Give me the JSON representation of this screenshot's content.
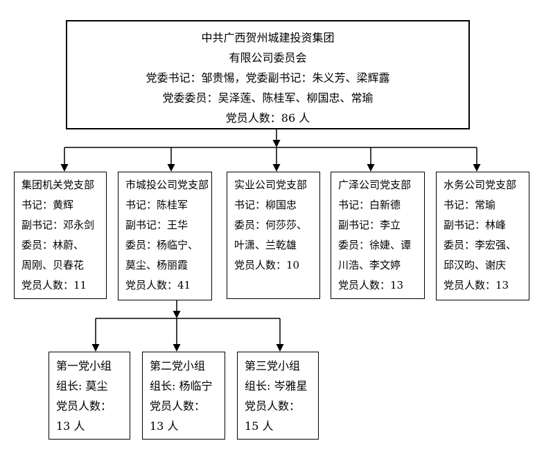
{
  "org_chart": {
    "root": {
      "lines": [
        "中共广西贺州城建投资集团",
        "有限公司委员会",
        "党委书记：邹贵惕，党委副书记：朱义芳、梁辉露",
        "党委委员：吴泽莲、陈桂军、柳国忠、常瑜",
        "党员人数：86 人"
      ]
    },
    "branches": [
      {
        "lines": [
          "集团机关党支部",
          "书记：黄辉",
          "副书记：邓永剑",
          "委员：林蔚、",
          "周刚、贝春花",
          "党员人数：11"
        ]
      },
      {
        "lines": [
          "市城投公司党支部",
          "书记：陈桂军",
          "副书记：王华",
          "委员：杨临宁、",
          "莫尘、杨丽霞",
          "党员人数：41"
        ]
      },
      {
        "lines": [
          "实业公司党支部",
          "书记：柳国忠",
          "委员：何莎莎、",
          "叶潇、兰乾雄",
          "党员人数：10"
        ]
      },
      {
        "lines": [
          "广泽公司党支部",
          "书记：白新德",
          "副书记：李立",
          "委员：徐婕、谭",
          "川浩、李文婷",
          "党员人数：13"
        ]
      },
      {
        "lines": [
          "水务公司党支部",
          "书记：常瑜",
          "副书记：林峰",
          "委员：李宏强、",
          "邱汉昀、谢庆",
          "党员人数：13"
        ]
      }
    ],
    "groups": [
      {
        "lines": [
          "第一党小组",
          "组长: 莫尘",
          "党员人数：",
          "13 人"
        ]
      },
      {
        "lines": [
          "第二党小组",
          "组长: 杨临宁",
          "党员人数：",
          "13 人"
        ]
      },
      {
        "lines": [
          "第三党小组",
          "组长: 岑雅星",
          "党员人数：",
          "15 人"
        ]
      }
    ],
    "colors": {
      "line": "#000000",
      "text": "#000000",
      "background": "#ffffff"
    }
  }
}
